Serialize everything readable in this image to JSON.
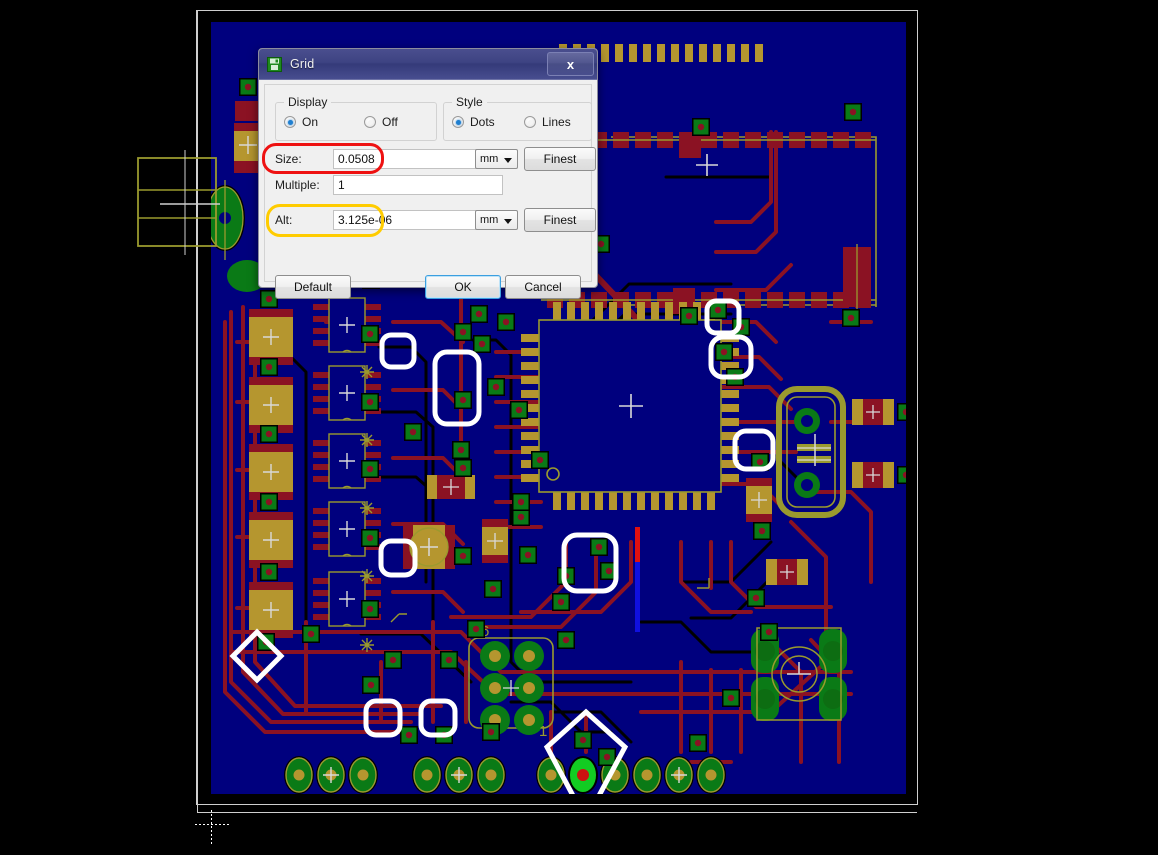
{
  "window": {
    "title": "Grid",
    "icon": "grid-app-icon",
    "close_label": "x"
  },
  "dialog": {
    "groups": {
      "display": {
        "legend": "Display",
        "options": [
          {
            "label": "On",
            "selected": true
          },
          {
            "label": "Off",
            "selected": false
          }
        ]
      },
      "style": {
        "legend": "Style",
        "options": [
          {
            "label": "Dots",
            "selected": true
          },
          {
            "label": "Lines",
            "selected": false
          }
        ]
      }
    },
    "fields": [
      {
        "label": "Size:",
        "value": "0.0508",
        "unit": "mm",
        "button": "Finest"
      },
      {
        "label": "Multiple:",
        "value": "1",
        "unit": "",
        "button": ""
      },
      {
        "label": "Alt:",
        "value": "3.125e-06",
        "unit": "mm",
        "button": "Finest"
      }
    ],
    "buttons": {
      "default": "Default",
      "ok": "OK",
      "cancel": "Cancel"
    },
    "annotations": [
      {
        "name": "size-row-highlight",
        "color": "#ee1111",
        "shape": "rounded-rect"
      },
      {
        "name": "alt-row-highlight",
        "color": "#ffcc00",
        "shape": "rounded-rect"
      }
    ]
  },
  "canvas": {
    "name": "pcb-layout-canvas",
    "background": "#00007e",
    "frame_border": "#cfcfcf",
    "outer_background": "#000000",
    "colors": {
      "board": "#00007e",
      "trace_top": "#8b1223",
      "trace_bottom": "#000000",
      "pad_green": "#0a7a16",
      "pad_green_bright": "#12cc22",
      "pad_drill": "#8b1223",
      "silkscreen": "#9a9a2e",
      "copper_tan": "#b5962f",
      "highlight": "#ffffff",
      "crosshair": "#d9d9d9",
      "origin": "#ffffff"
    },
    "highlights": {
      "rounded_rects": 11,
      "diamonds": 2,
      "note": "white selection markers over pads"
    }
  }
}
